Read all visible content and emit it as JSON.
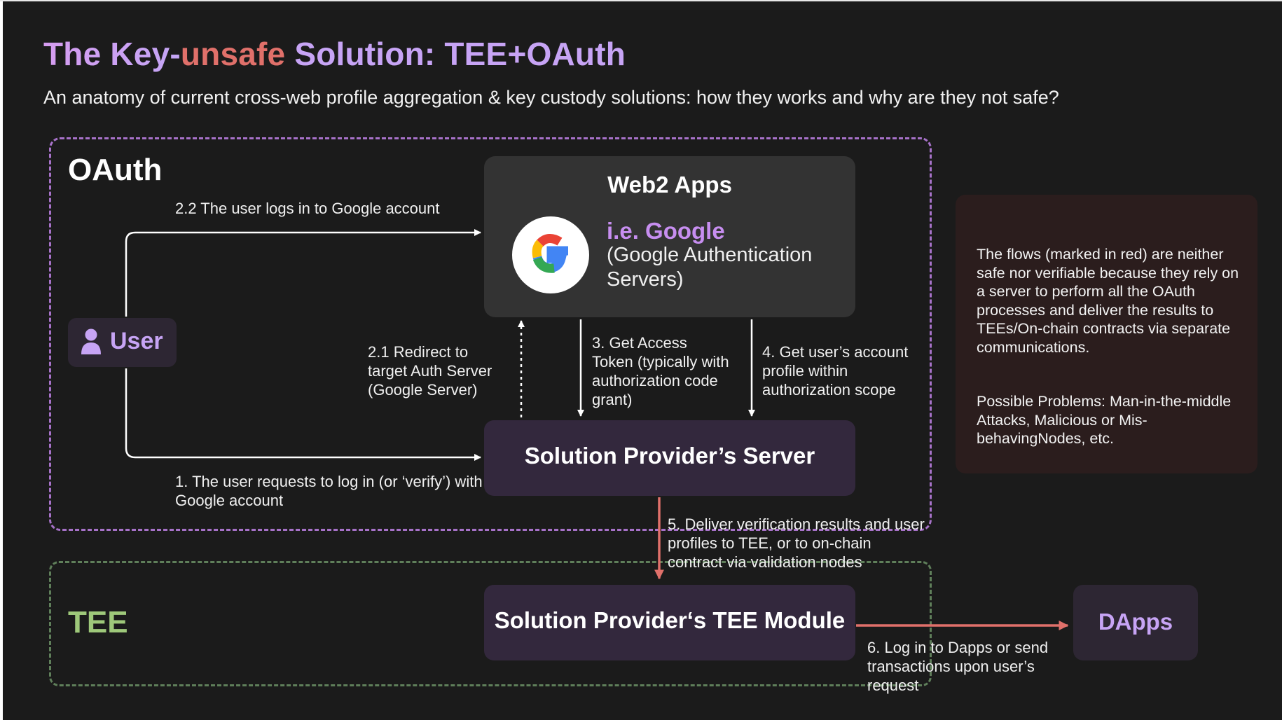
{
  "title": {
    "part1": "The Key-",
    "part2": "unsafe",
    "part3": " Solution: TEE+OAuth"
  },
  "subtitle": "An anatomy of current cross-web profile aggregation & key custody solutions: how they works and why are they not safe?",
  "oauth_label": "OAuth",
  "tee_label": "TEE",
  "web2": {
    "title": "Web2 Apps",
    "example": "i.e. Google",
    "description": "(Google Authentication Servers)"
  },
  "user_label": "User",
  "server_label": "Solution Provider’s Server",
  "tee_module_label": "Solution Provider‘s TEE Module",
  "dapps_label": "DApps",
  "flows": {
    "f1": "1. The user requests to log in (or ‘verify’) with Google account",
    "f2_1": "2.1 Redirect to target Auth Server (Google Server)",
    "f2_2": "2.2 The user logs in to Google account",
    "f3": "3. Get Access Token (typically with authorization code grant)",
    "f4": "4. Get user’s account profile within authorization scope",
    "f5": "5. Deliver verification results and user profiles to TEE, or to on-chain contract via validation nodes",
    "f6": "6. Log in to Dapps or send transactions upon user’s request"
  },
  "note": {
    "text": "The flows (marked in red) are neither safe nor verifiable because they rely on a server to perform all the OAuth processes and deliver the results to TEEs/On-chain contracts via separate communications.",
    "problems": "Possible Problems: Man-in-the-middle Attacks, Malicious or Mis-behavingNodes, etc."
  },
  "colors": {
    "accent_purple": "#c7a4f5",
    "unsafe_red": "#e0706a",
    "tee_green": "#9ec87a",
    "oauth_border": "#a772c9",
    "red_arrow": "#e0706a"
  },
  "icons": {
    "user": "user-icon",
    "google": "google-logo-icon"
  }
}
